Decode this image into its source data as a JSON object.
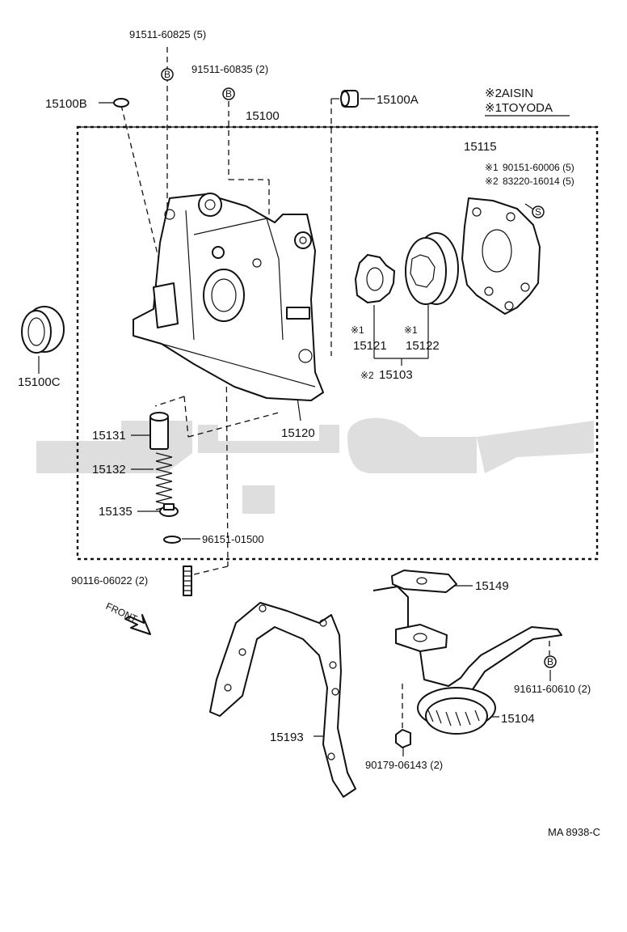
{
  "drawing_id": "MA 8938-C",
  "legend": {
    "note_2": "※2AISIN",
    "note_1": "※1TOYODA"
  },
  "labels": {
    "p91511_60825": "91511-60825 (5)",
    "p91511_60835": "91511-60835 (2)",
    "p15100B": "15100B",
    "p15100A": "15100A",
    "p15100": "15100",
    "p15115": "15115",
    "p90151": "90151-60006 (5)",
    "p83220": "83220-16014 (5)",
    "mark1": "※1",
    "mark2": "※2",
    "p15100C": "15100C",
    "p15121": "15121",
    "p15122": "15122",
    "p15103": "15103",
    "p15131": "15131",
    "p15120": "15120",
    "p15132": "15132",
    "p15135": "15135",
    "p96151": "96151-01500",
    "p90116": "90116-06022 (2)",
    "p15149": "15149",
    "p91611": "91611-60610 (2)",
    "p15104": "15104",
    "p15193": "15193",
    "p90179": "90179-06143 (2)",
    "front": "FRONT"
  },
  "icons": {
    "bolt_marker": "B",
    "screw_marker": "S"
  }
}
